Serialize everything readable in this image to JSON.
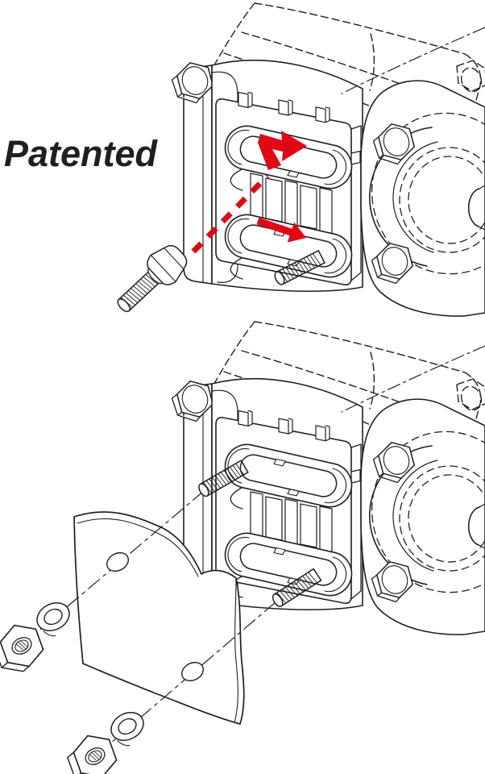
{
  "drawing": {
    "label": "Patented",
    "type": "patent-assembly-illustration",
    "figures": [
      {
        "name": "assembly-step-insert-and-turn",
        "parts": [
          "gear-pump-body",
          "bayonet-slot-plate",
          "flange-bolts",
          "suction-port",
          "loose-hex-bolt",
          "installed-stud",
          "red-insertion-path",
          "red-turn-arrow",
          "red-slide-arrow"
        ]
      },
      {
        "name": "assembly-step-mount-plate",
        "parts": [
          "gear-pump-body",
          "bayonet-slot-plate",
          "flange-bolts",
          "suction-port",
          "installed-studs",
          "wavy-mounting-plate",
          "plate-holes",
          "washers",
          "hex-nuts",
          "center-lines"
        ]
      }
    ]
  },
  "colors": {
    "line": "#1f1f1f",
    "accent_red": "#e30613",
    "paper": "#ffffff"
  }
}
